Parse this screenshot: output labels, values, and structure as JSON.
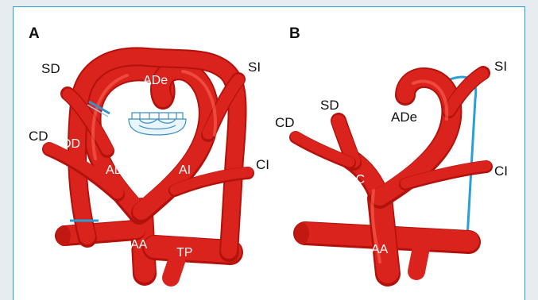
{
  "panels": [
    {
      "letter": "A",
      "labels": {
        "sd": "SD",
        "si": "SI",
        "ade": "ADe",
        "cd": "CD",
        "dd": "DD",
        "ad": "AD",
        "ai": "AI",
        "ci": "CI",
        "aa": "AA",
        "tp": "TP"
      }
    },
    {
      "letter": "B",
      "labels": {
        "sd": "SD",
        "si": "SI",
        "ade": "ADe",
        "cd": "CD",
        "tbc": "TBC",
        "ci": "CI",
        "aa": "AA"
      }
    }
  ],
  "colors": {
    "vessel": "#d9231c",
    "vessel_shadow": "#b3120c",
    "ligament": "#2a9fd6",
    "frame_border": "#2a9fd6",
    "trachea": "#3a8fc4"
  }
}
